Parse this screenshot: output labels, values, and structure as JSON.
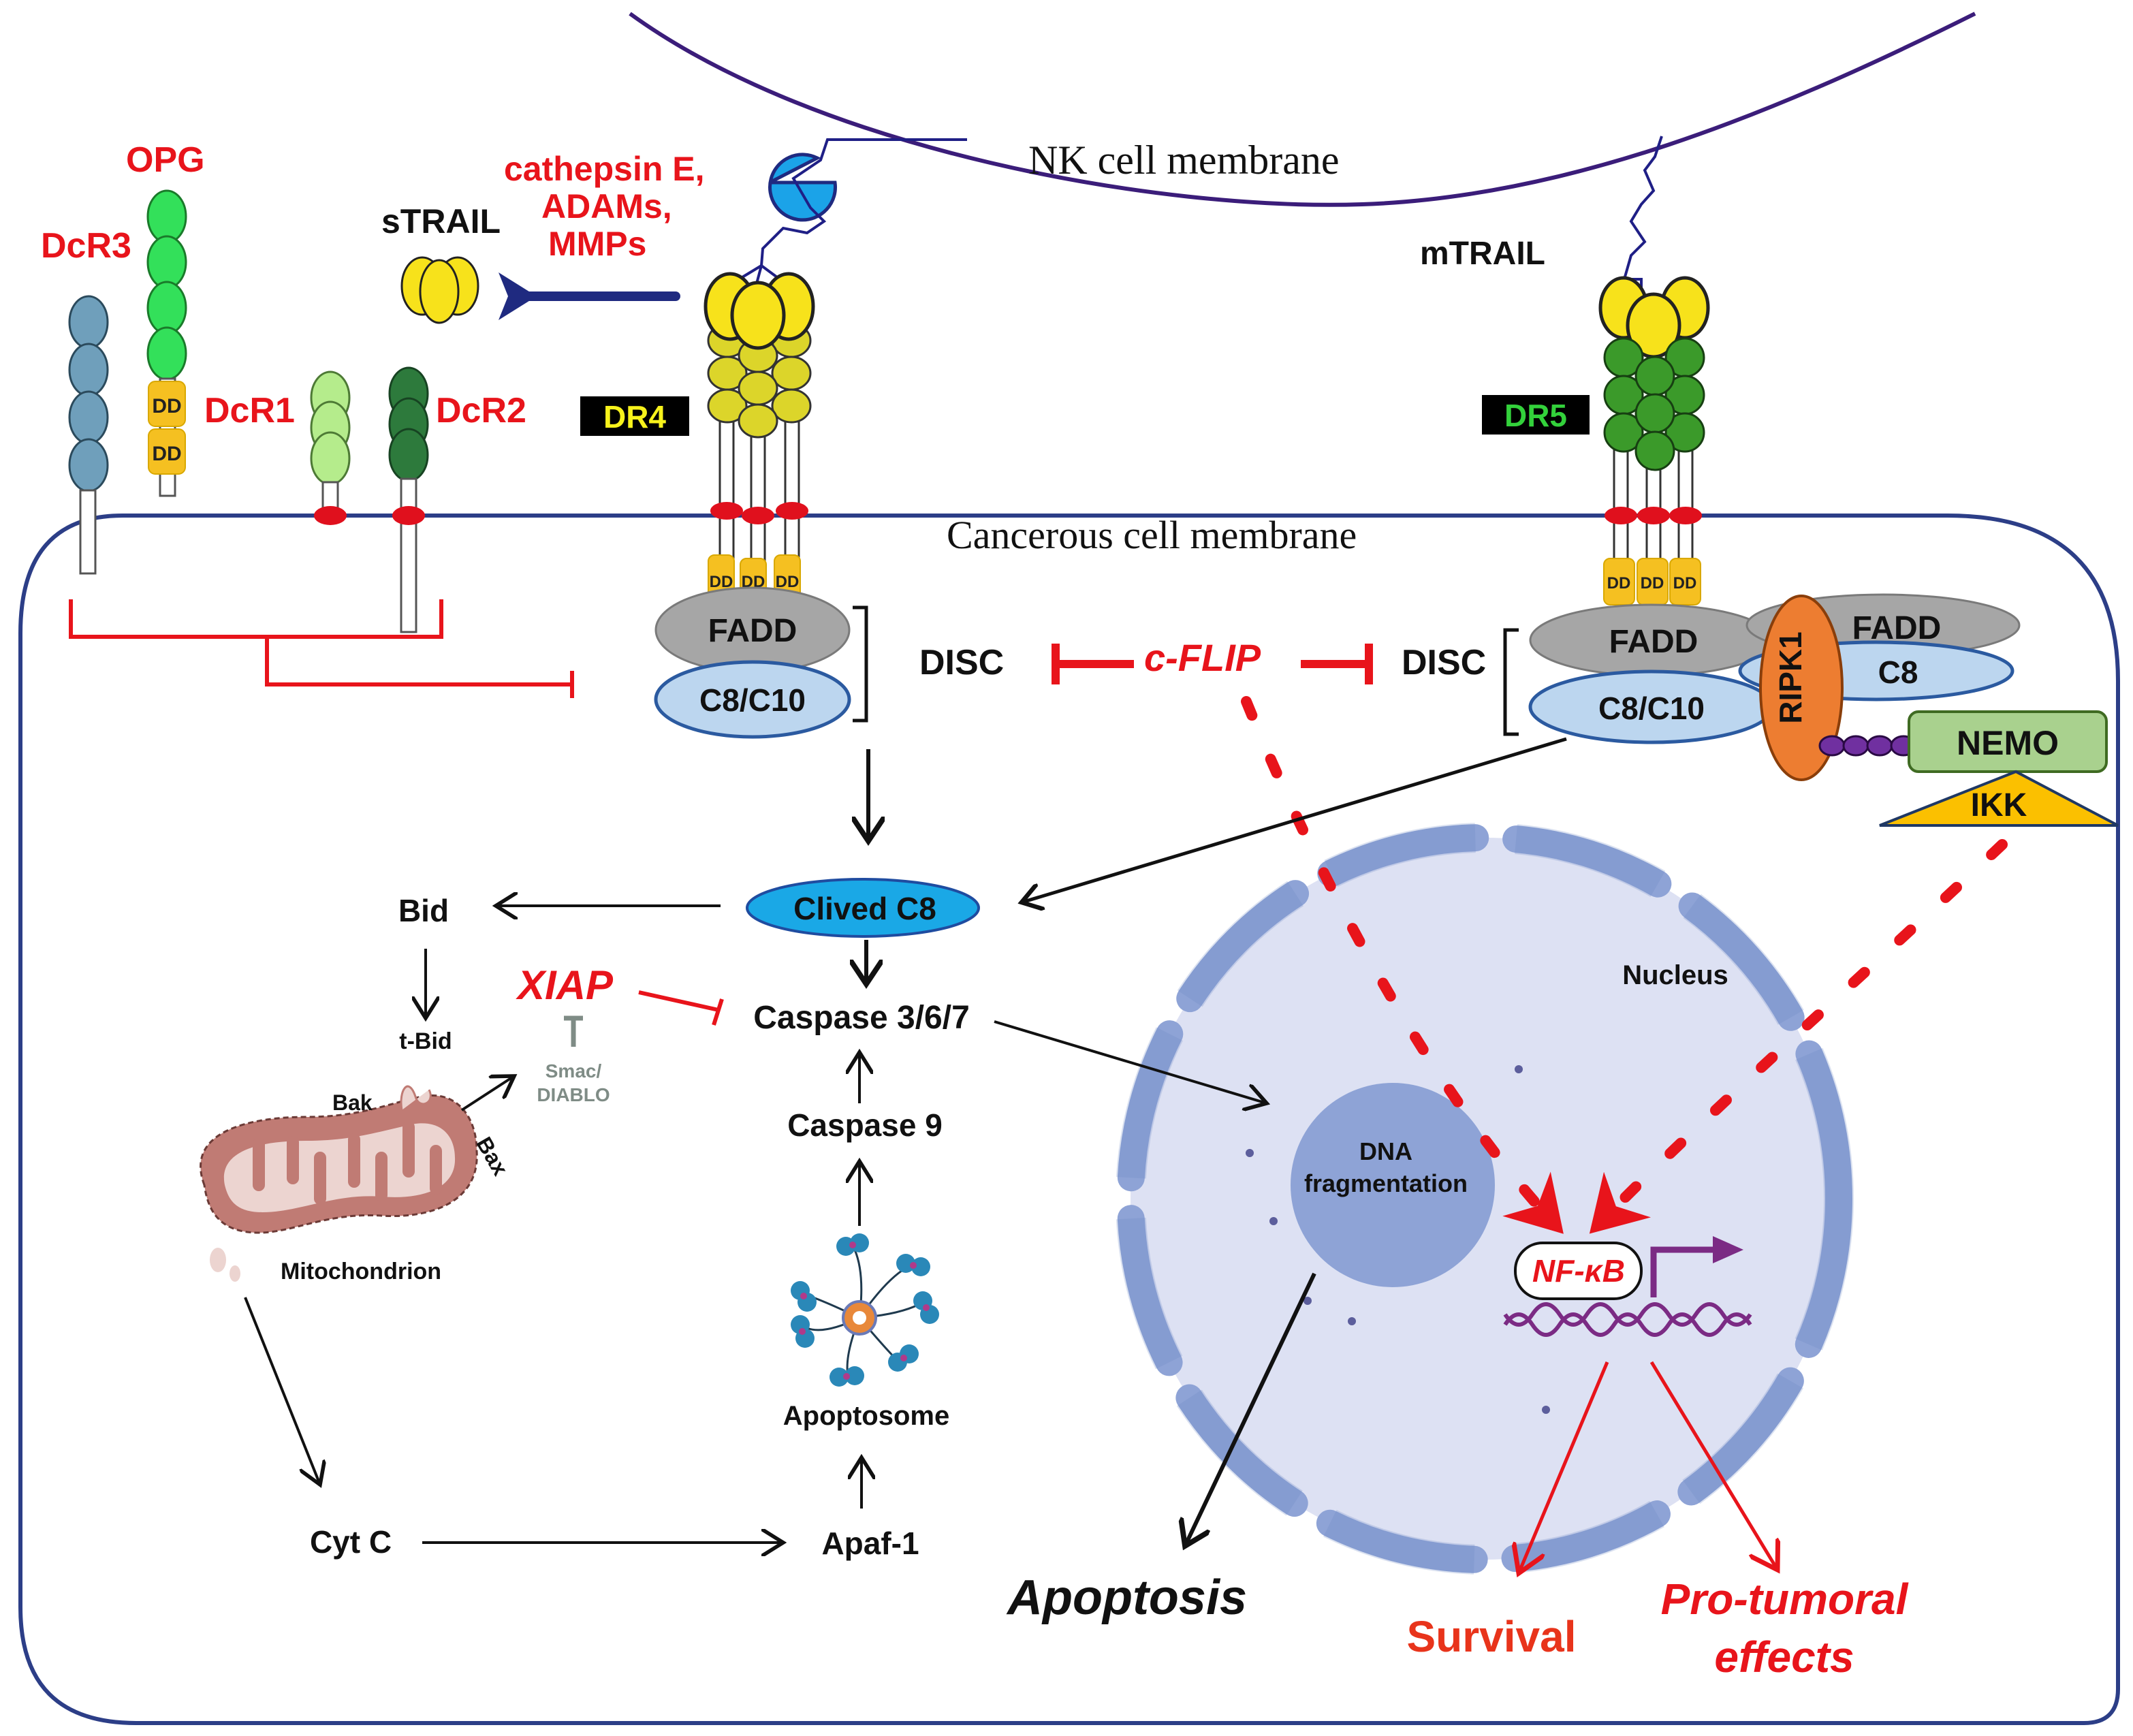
{
  "diagram": {
    "title_membranes": {
      "nk": "NK cell membrane",
      "cancer": "Cancerous cell membrane"
    },
    "ligands": {
      "soluble": "sTRAIL",
      "membrane": "mTRAIL"
    },
    "proteases": {
      "line1": "cathepsin E,",
      "line2": "ADAMs,",
      "line3": "MMPs"
    },
    "decoy_receptors": {
      "dcr3": "DcR3",
      "opg": "OPG",
      "dcr1": "DcR1",
      "dcr2": "DcR2",
      "death_domain": "DD"
    },
    "death_receptors": {
      "dr4": "DR4",
      "dr5": "DR5",
      "death_domain": "DD"
    },
    "disc_left": {
      "fadd": "FADD",
      "caspase": "C8/C10",
      "label": "DISC"
    },
    "disc_right": {
      "fadd": "FADD",
      "caspase": "C8/C10",
      "label": "DISC"
    },
    "complex_ii": {
      "ripk1": "RIPK1",
      "fadd": "FADD",
      "c8": "C8",
      "nemo": "NEMO",
      "ikk": "IKK"
    },
    "inhibitor": "c-FLIP",
    "cascade": {
      "cleaved_c8": "Clived C8",
      "bid": "Bid",
      "tbid": "t-Bid",
      "xiap": "XIAP",
      "smac_line1": "Smac/",
      "smac_line2": "DIABLO",
      "bak": "Bak",
      "bax": "Bax",
      "mito": "Mitochondrion",
      "caspase_eff": "Caspase 3/6/7",
      "caspase9": "Caspase 9",
      "apoptosome": "Apoptosome",
      "cytc": "Cyt C",
      "apaf1": "Apaf-1"
    },
    "nucleus": {
      "label": "Nucleus",
      "dna_line1": "DNA",
      "dna_line2": "fragmentation",
      "nfkb": "NF-κB"
    },
    "outcomes": {
      "apoptosis": "Apoptosis",
      "survival": "Survival",
      "protumoral_line1": "Pro-tumoral",
      "protumoral_line2": "effects"
    },
    "colors": {
      "membrane_nk": "#3b1d7a",
      "membrane_cancer": "#2c3e87",
      "inhibition_red": "#e8141b",
      "trail_yellow": "#f7e21b",
      "dr4_yellow": "#dcd52a",
      "dr5_green": "#3b9a2a",
      "fadd_gray": "#a6a6a6",
      "caspase_blue": "#bcd6ef",
      "cleaved_c8_blue": "#1aa8e6",
      "ripk1_orange": "#ed7d31",
      "nemo_green": "#a9d18e",
      "ikk_gold": "#fbc000",
      "nucleus_fill": "#dde1f3",
      "nucleus_envelope": "#8ea3d6"
    }
  }
}
